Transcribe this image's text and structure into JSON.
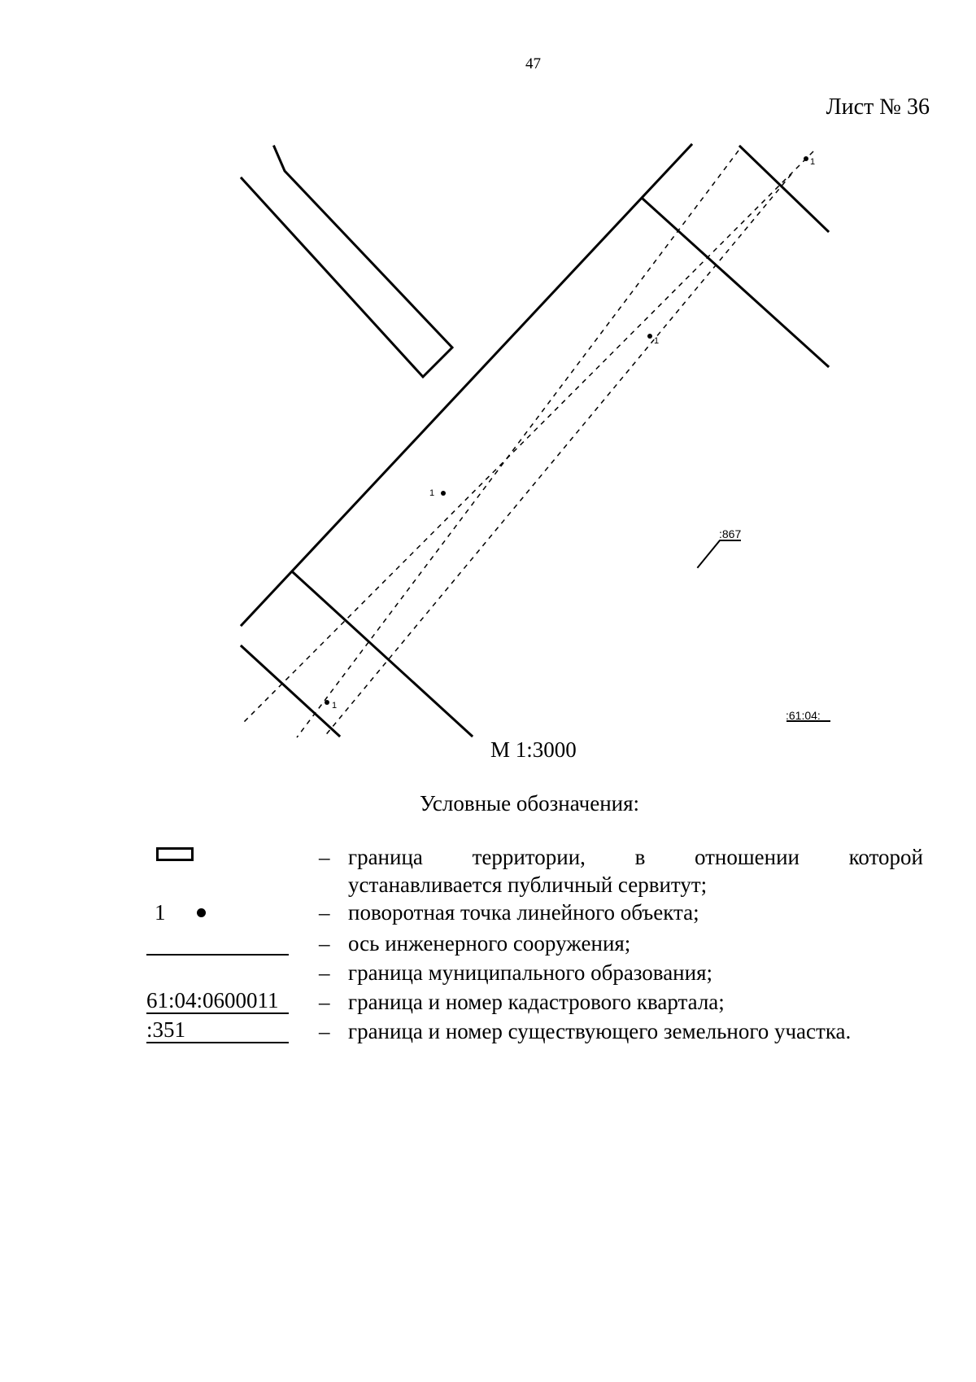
{
  "page": {
    "number": "47",
    "sheet_label": "Лист № 36"
  },
  "map": {
    "scale": "М 1:3000",
    "labels": {
      "point_upper": "1",
      "point_middle": "1",
      "point_lower": "1",
      "point_left": "1",
      "parcel_number": ":867",
      "quarter_number": ":61:04:"
    }
  },
  "legend": {
    "title": "Условные обозначения:",
    "items": [
      {
        "symbol": "rectangle",
        "dash": "–",
        "text_words": [
          "граница",
          "территории,",
          "в",
          "отношении",
          "которой"
        ],
        "text_line2": "устанавливается публичный сервитут;"
      },
      {
        "symbol": "point",
        "symbol_text": "1",
        "dash": "–",
        "text": "поворотная точка линейного объекта;"
      },
      {
        "symbol": "dashed-line",
        "dash": "–",
        "text": "ось инженерного сооружения;"
      },
      {
        "symbol": "solid-line",
        "dash": "–",
        "text": "граница муниципального образования;"
      },
      {
        "symbol": "text",
        "symbol_text": "61:04:0600011",
        "dash": "–",
        "text": "граница и номер кадастрового квартала;"
      },
      {
        "symbol": "text",
        "symbol_text": ":351",
        "dash": "–",
        "text": "граница и номер существующего земельного участка."
      }
    ]
  }
}
